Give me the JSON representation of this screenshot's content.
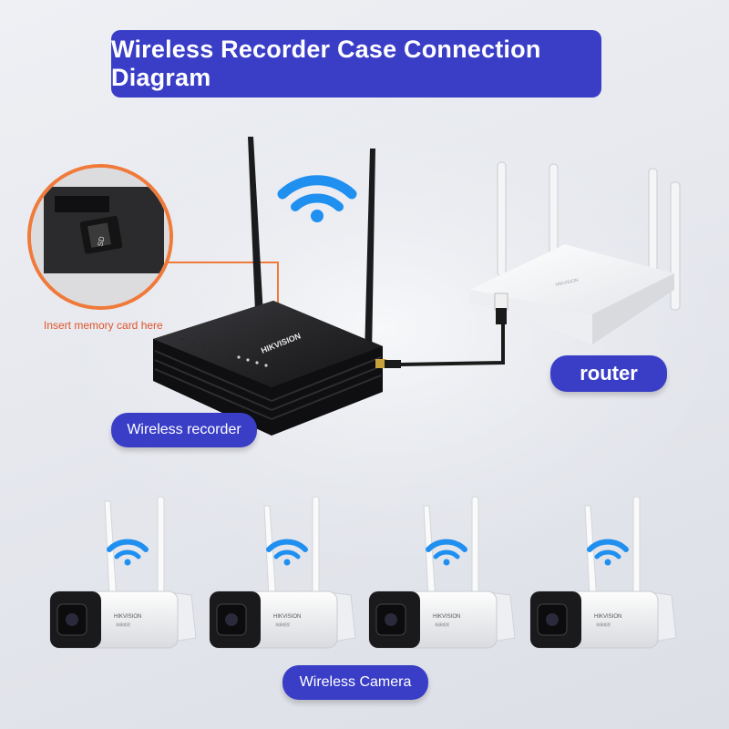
{
  "title": "Wireless Recorder Case Connection Diagram",
  "callout": {
    "text": "Insert memory card here",
    "color": "#e0552a"
  },
  "labels": {
    "recorder": "Wireless recorder",
    "router": "router",
    "camera": "Wireless Camera"
  },
  "brand": "HIKVISION",
  "colors": {
    "banner": "#3a3ec7",
    "wifi": "#1f8ff0",
    "cable": "#1a1a1a"
  },
  "cameras_count_note": "4 wireless cameras"
}
